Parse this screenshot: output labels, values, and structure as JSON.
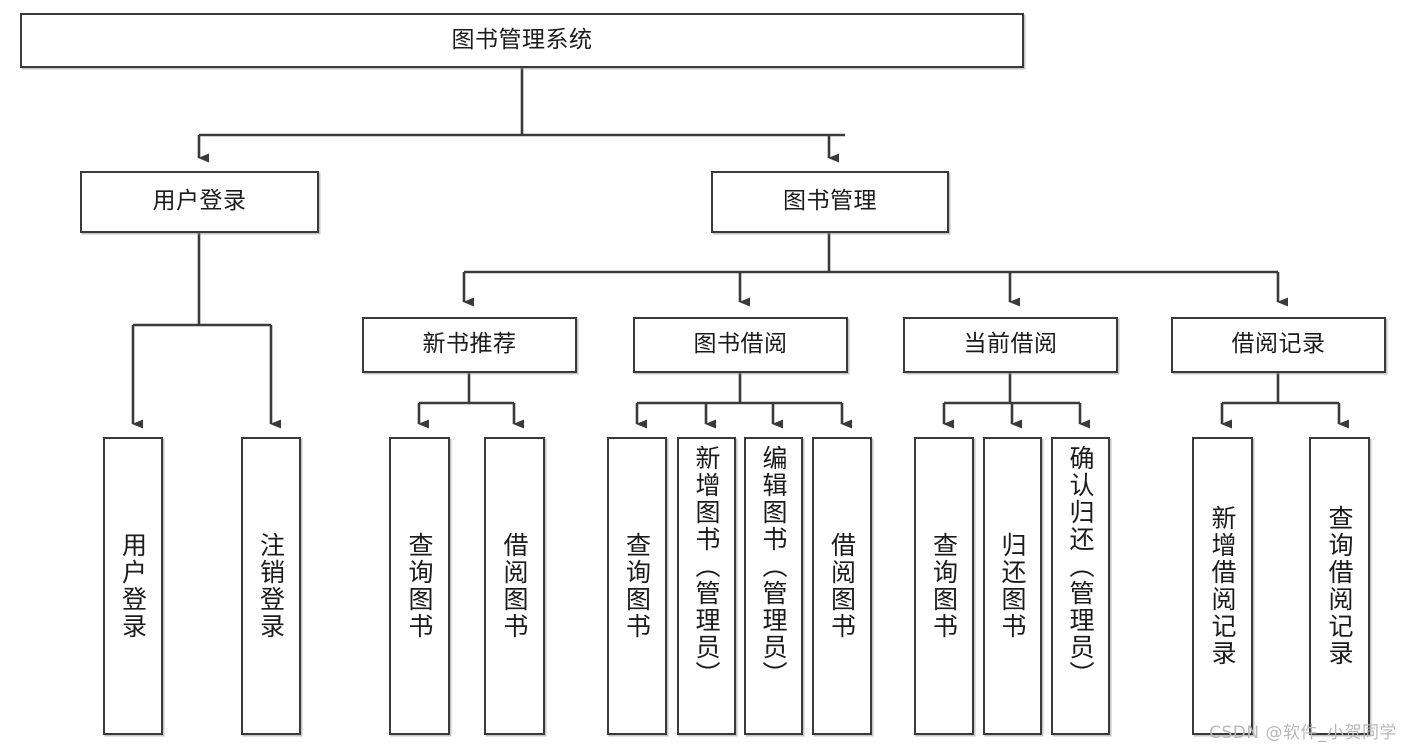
{
  "diagram": {
    "title": "图书管理系统",
    "watermark": "CSDN @软件_小贺同学",
    "type": "hierarchy-tree",
    "root": {
      "id": "root",
      "label": "图书管理系统"
    },
    "level1": [
      {
        "id": "user-login",
        "label": "用户登录"
      },
      {
        "id": "book-manage",
        "label": "图书管理"
      }
    ],
    "level2": [
      {
        "id": "new-book-recommend",
        "label": "新书推荐",
        "parent": "book-manage"
      },
      {
        "id": "book-borrow",
        "label": "图书借阅",
        "parent": "book-manage"
      },
      {
        "id": "current-borrow",
        "label": "当前借阅",
        "parent": "book-manage"
      },
      {
        "id": "borrow-record",
        "label": "借阅记录",
        "parent": "book-manage"
      }
    ],
    "leaves": {
      "user-login": [
        {
          "id": "leaf-user-login",
          "label": "用户登录"
        },
        {
          "id": "leaf-logout",
          "label": "注销登录"
        }
      ],
      "new-book-recommend": [
        {
          "id": "leaf-query-book-1",
          "label": "查询图书"
        },
        {
          "id": "leaf-borrow-book-1",
          "label": "借阅图书"
        }
      ],
      "book-borrow": [
        {
          "id": "leaf-query-book-2",
          "label": "查询图书"
        },
        {
          "id": "leaf-add-book",
          "label": "新增图书（管理员）"
        },
        {
          "id": "leaf-edit-book",
          "label": "编辑图书（管理员）"
        },
        {
          "id": "leaf-borrow-book-2",
          "label": "借阅图书"
        }
      ],
      "current-borrow": [
        {
          "id": "leaf-query-book-3",
          "label": "查询图书"
        },
        {
          "id": "leaf-return-book",
          "label": "归还图书"
        },
        {
          "id": "leaf-confirm-return",
          "label": "确认归还（管理员）"
        }
      ],
      "borrow-record": [
        {
          "id": "leaf-add-record",
          "label": "新增借阅记录"
        },
        {
          "id": "leaf-query-record",
          "label": "查询借阅记录"
        }
      ]
    }
  }
}
